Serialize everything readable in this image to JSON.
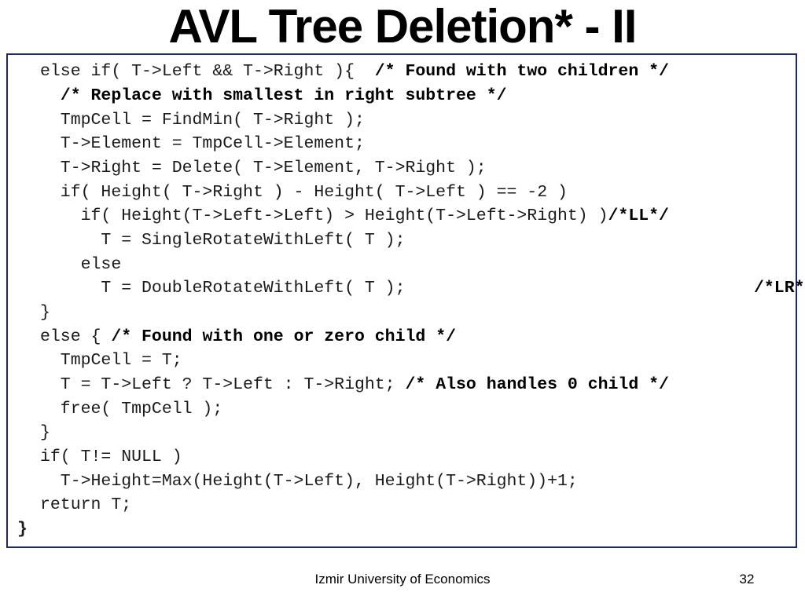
{
  "slide": {
    "title": "AVL Tree Deletion* - II"
  },
  "code": {
    "lines": [
      {
        "code": "else if( T->Left && T->Right ){  ",
        "comment": "/* Found with two children */"
      },
      {
        "code": "  ",
        "comment": "/* Replace with smallest in right subtree */"
      },
      {
        "code": "  TmpCell = FindMin( T->Right );",
        "comment": ""
      },
      {
        "code": "  T->Element = TmpCell->Element;",
        "comment": ""
      },
      {
        "code": "  T->Right = Delete( T->Element, T->Right );",
        "comment": ""
      },
      {
        "code": "  if( Height( T->Right ) - Height( T->Left ) == -2 )",
        "comment": ""
      },
      {
        "code": "    if( Height(T->Left->Left) > Height(T->Left->Right) )",
        "comment": "/*LL*/"
      },
      {
        "code": "      T = SingleRotateWithLeft( T );",
        "comment": ""
      },
      {
        "code": "    else",
        "comment": ""
      },
      {
        "code": "      T = DoubleRotateWithLeft( T );",
        "comment_right": "/*LR*/"
      },
      {
        "code": "}",
        "comment": ""
      },
      {
        "code": "else { ",
        "comment": "/* Found with one or zero child */"
      },
      {
        "code": "  TmpCell = T;",
        "comment": ""
      },
      {
        "code": "  T = T->Left ? T->Left : T->Right; ",
        "comment": "/* Also handles 0 child */"
      },
      {
        "code": "  free( TmpCell );",
        "comment": ""
      },
      {
        "code": "}",
        "comment": ""
      },
      {
        "code": "if( T!= NULL )",
        "comment": ""
      },
      {
        "code": "  T->Height=Max(Height(T->Left), Height(T->Right))+1;",
        "comment": ""
      },
      {
        "code": "return T;",
        "comment": ""
      },
      {
        "code": "}",
        "comment": ""
      }
    ]
  },
  "footer": {
    "organization": "Izmir University of Economics",
    "page_number": "32"
  }
}
